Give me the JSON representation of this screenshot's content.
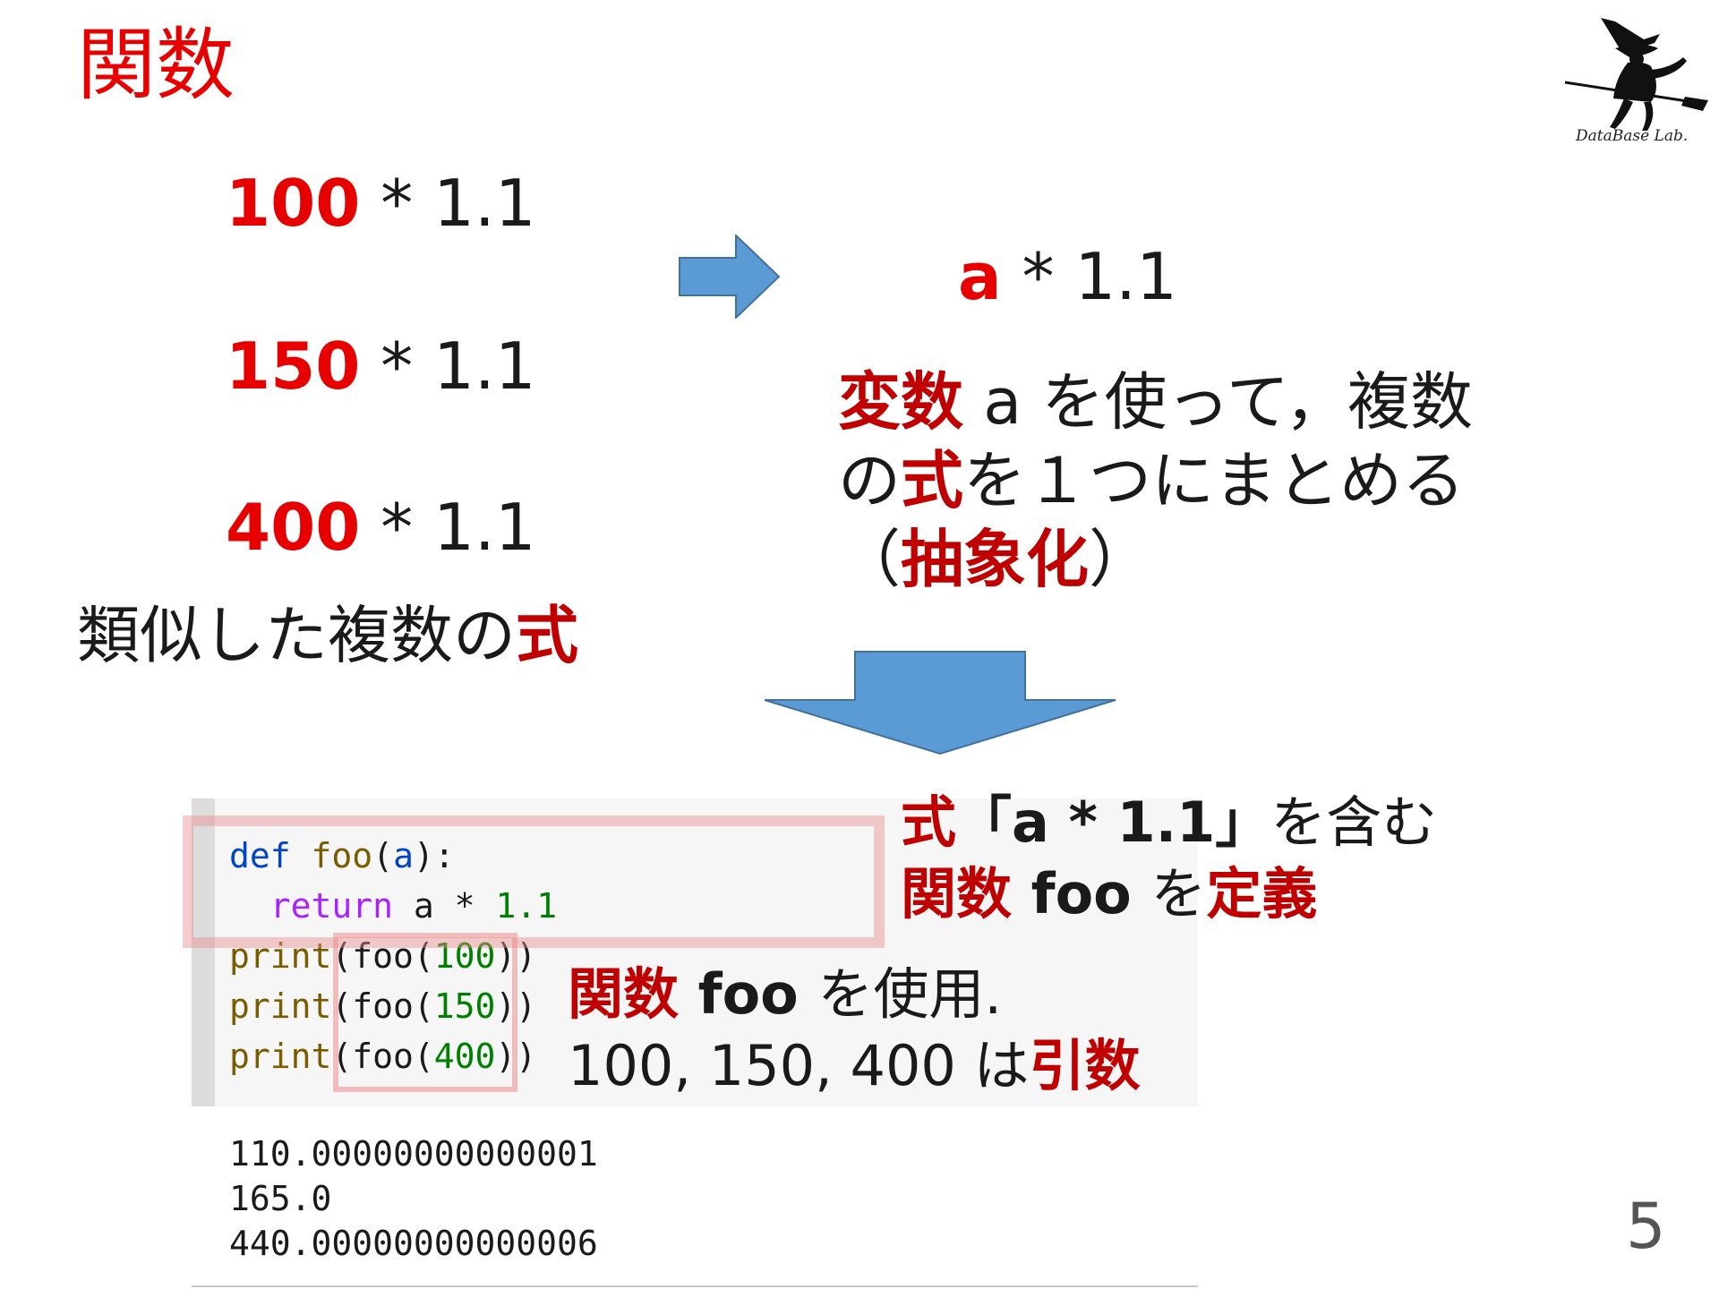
{
  "title": "関数",
  "expressions": [
    {
      "num": "100",
      "rest": " * 1.1"
    },
    {
      "num": "150",
      "rest": " * 1.1"
    },
    {
      "num": "400",
      "rest": " * 1.1"
    }
  ],
  "similar_caption": {
    "prefix": "類似した複数の",
    "highlight": "式"
  },
  "abstract_expr": {
    "var": "a",
    "rest": " * 1.1"
  },
  "abstract_desc": {
    "l1_hl": "変数",
    "l1_rest": " a を使って，複数",
    "l2_pre": "の",
    "l2_hl": "式",
    "l2_rest": "を１つにまとめる",
    "l3_pre": "（",
    "l3_hl": "抽象化",
    "l3_post": "）"
  },
  "code": {
    "l1_kw": "def",
    "l1_fn": "foo",
    "l1_open": "(",
    "l1_arg": "a",
    "l1_close": "):",
    "l2_kw": "return",
    "l2_mid": " a * ",
    "l2_num": "1.1",
    "print": "print",
    "calls": [
      {
        "pre": "(foo(",
        "arg": "100",
        "post": "))"
      },
      {
        "pre": "(foo(",
        "arg": "150",
        "post": "))"
      },
      {
        "pre": "(foo(",
        "arg": "400",
        "post": "))"
      }
    ]
  },
  "output": [
    "110.00000000000001",
    "165.0",
    "440.00000000000006"
  ],
  "notes": {
    "n1_hl": "式",
    "n1_q": "「a * 1.1」",
    "n1_rest": "を含む",
    "n2_hl": "関数",
    "n2_b": " foo ",
    "n2_mid": "を",
    "n2_hl2": "定義",
    "n3_hl": "関数",
    "n3_b": " foo ",
    "n3_rest": "を使用.",
    "n4_pre": "100, 150, 400 は",
    "n4_hl": "引数"
  },
  "logo_text": "DataBase Lab.",
  "page_number": "5",
  "colors": {
    "accent_red": "#e60000",
    "dark_red": "#c00000",
    "arrow_blue": "#5b9bd5"
  }
}
